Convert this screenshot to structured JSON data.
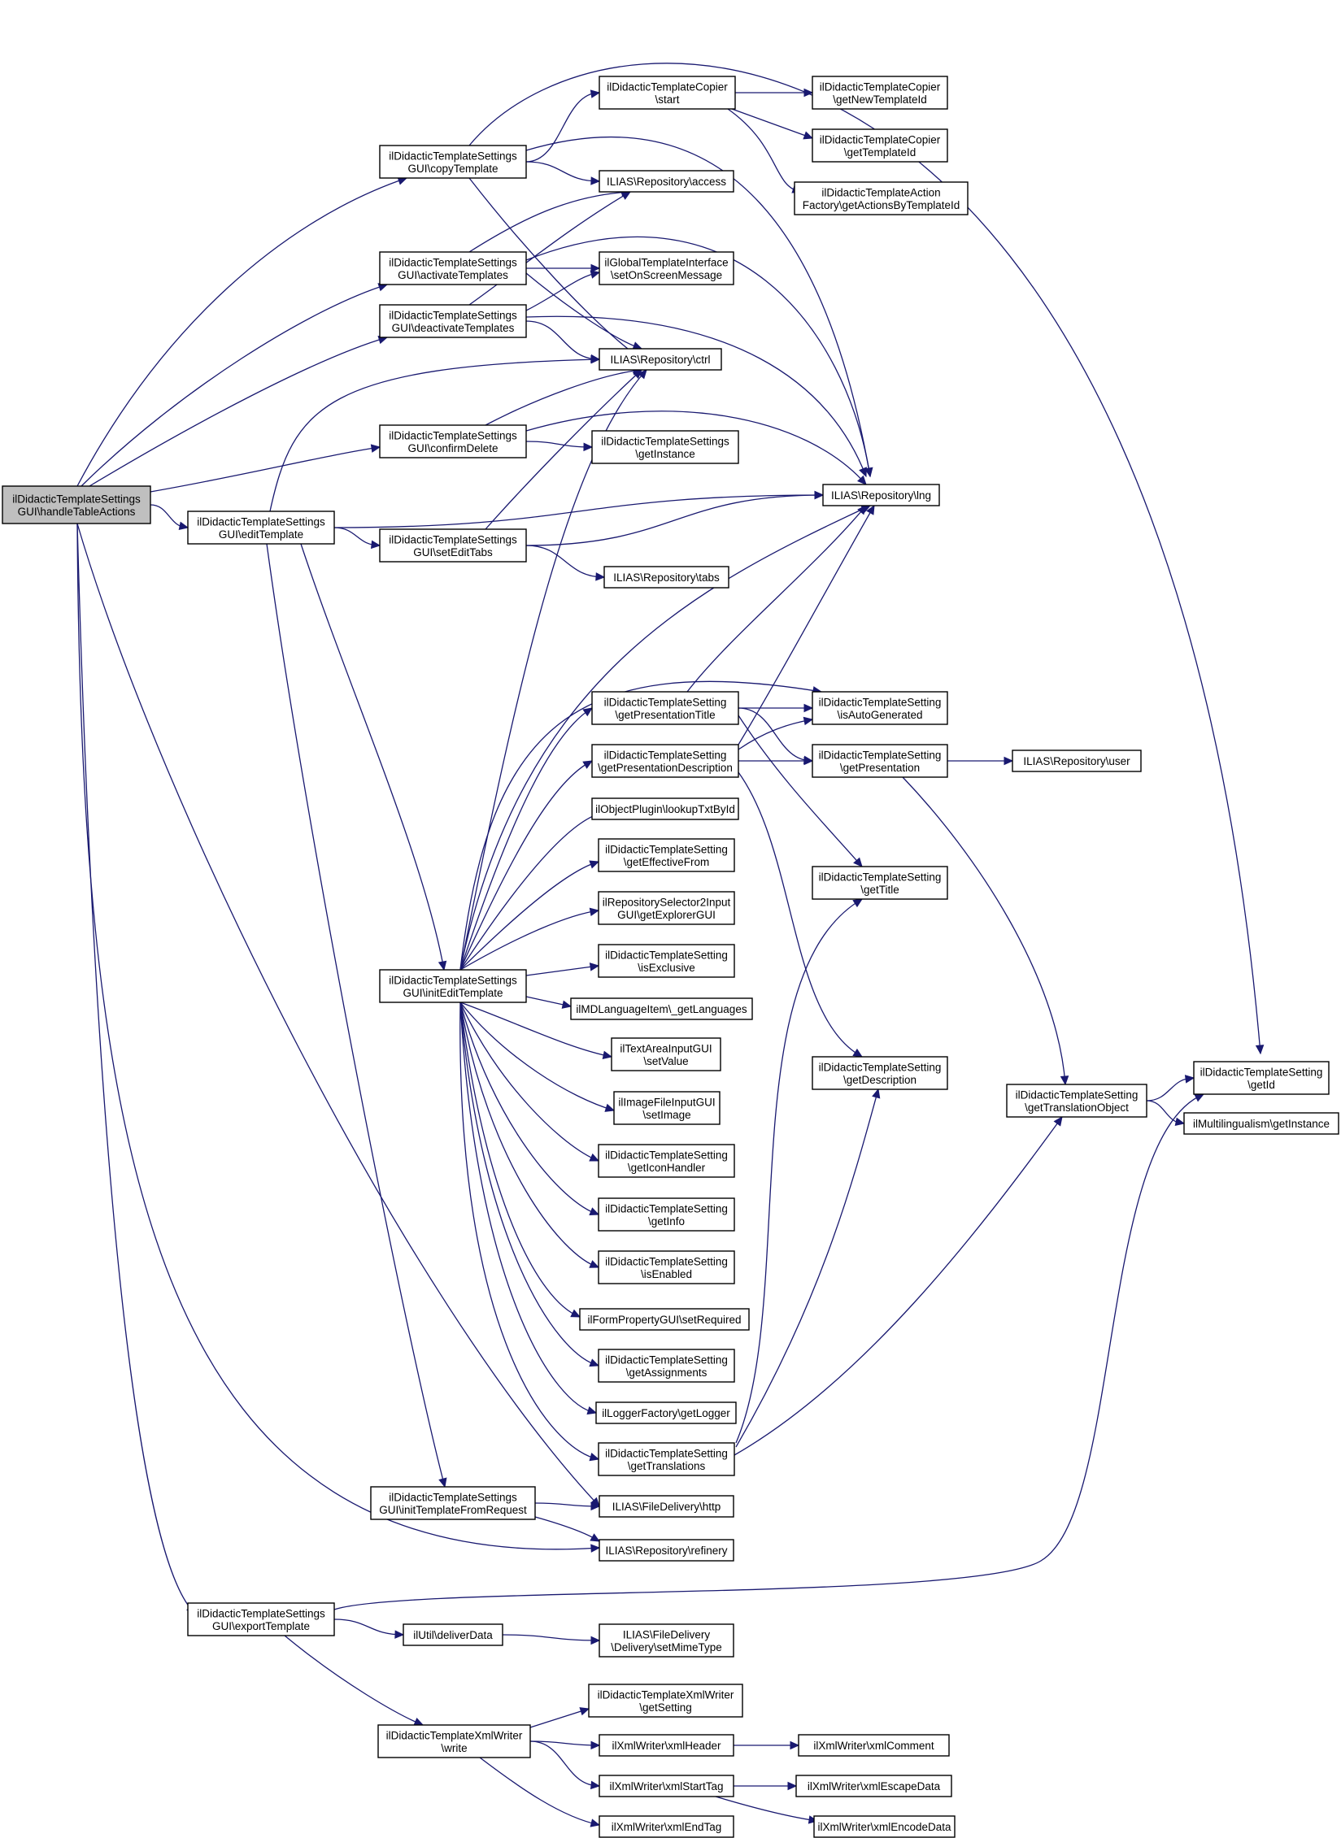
{
  "graph": {
    "nodes": [
      {
        "id": "root",
        "lines": [
          "ilDidacticTemplateSettings",
          "GUI\\handleTableActions"
        ],
        "root": true
      },
      {
        "id": "copyTemplate",
        "lines": [
          "ilDidacticTemplateSettings",
          "GUI\\copyTemplate"
        ]
      },
      {
        "id": "activateTemplates",
        "lines": [
          "ilDidacticTemplateSettings",
          "GUI\\activateTemplates"
        ]
      },
      {
        "id": "deactivateTemplates",
        "lines": [
          "ilDidacticTemplateSettings",
          "GUI\\deactivateTemplates"
        ]
      },
      {
        "id": "confirmDelete",
        "lines": [
          "ilDidacticTemplateSettings",
          "GUI\\confirmDelete"
        ]
      },
      {
        "id": "editTemplate",
        "lines": [
          "ilDidacticTemplateSettings",
          "GUI\\editTemplate"
        ]
      },
      {
        "id": "setEditTabs",
        "lines": [
          "ilDidacticTemplateSettings",
          "GUI\\setEditTabs"
        ]
      },
      {
        "id": "initEditTemplate",
        "lines": [
          "ilDidacticTemplateSettings",
          "GUI\\initEditTemplate"
        ]
      },
      {
        "id": "initTemplateFromRequest",
        "lines": [
          "ilDidacticTemplateSettings",
          "GUI\\initTemplateFromRequest"
        ]
      },
      {
        "id": "exportTemplate",
        "lines": [
          "ilDidacticTemplateSettings",
          "GUI\\exportTemplate"
        ]
      },
      {
        "id": "copierStart",
        "lines": [
          "ilDidacticTemplateCopier",
          "\\start"
        ]
      },
      {
        "id": "copierGetNewTemplateId",
        "lines": [
          "ilDidacticTemplateCopier",
          "\\getNewTemplateId"
        ]
      },
      {
        "id": "copierGetTemplateId",
        "lines": [
          "ilDidacticTemplateCopier",
          "\\getTemplateId"
        ]
      },
      {
        "id": "actionFactory",
        "lines": [
          "ilDidacticTemplateAction",
          "Factory\\getActionsByTemplateId"
        ]
      },
      {
        "id": "access",
        "lines": [
          "ILIAS\\Repository\\access"
        ]
      },
      {
        "id": "setOnScreenMessage",
        "lines": [
          "ilGlobalTemplateInterface",
          "\\setOnScreenMessage"
        ]
      },
      {
        "id": "ctrl",
        "lines": [
          "ILIAS\\Repository\\ctrl"
        ]
      },
      {
        "id": "settingsGetInstance",
        "lines": [
          "ilDidacticTemplateSettings",
          "\\getInstance"
        ]
      },
      {
        "id": "lng",
        "lines": [
          "ILIAS\\Repository\\lng"
        ]
      },
      {
        "id": "tabs",
        "lines": [
          "ILIAS\\Repository\\tabs"
        ]
      },
      {
        "id": "getPresentationTitle",
        "lines": [
          "ilDidacticTemplateSetting",
          "\\getPresentationTitle"
        ]
      },
      {
        "id": "isAutoGenerated",
        "lines": [
          "ilDidacticTemplateSetting",
          "\\isAutoGenerated"
        ]
      },
      {
        "id": "getPresentationDescription",
        "lines": [
          "ilDidacticTemplateSetting",
          "\\getPresentationDescription"
        ]
      },
      {
        "id": "getPresentation",
        "lines": [
          "ilDidacticTemplateSetting",
          "\\getPresentation"
        ]
      },
      {
        "id": "repoUser",
        "lines": [
          "ILIAS\\Repository\\user"
        ]
      },
      {
        "id": "lookupTxtById",
        "lines": [
          "ilObjectPlugin\\lookupTxtById"
        ]
      },
      {
        "id": "getEffectiveFrom",
        "lines": [
          "ilDidacticTemplateSetting",
          "\\getEffectiveFrom"
        ]
      },
      {
        "id": "getTitle",
        "lines": [
          "ilDidacticTemplateSetting",
          "\\getTitle"
        ]
      },
      {
        "id": "getExplorerGUI",
        "lines": [
          "ilRepositorySelector2Input",
          "GUI\\getExplorerGUI"
        ]
      },
      {
        "id": "isExclusive",
        "lines": [
          "ilDidacticTemplateSetting",
          "\\isExclusive"
        ]
      },
      {
        "id": "getLanguages",
        "lines": [
          "ilMDLanguageItem\\_getLanguages"
        ]
      },
      {
        "id": "textAreaSetValue",
        "lines": [
          "ilTextAreaInputGUI",
          "\\setValue"
        ]
      },
      {
        "id": "getDescription",
        "lines": [
          "ilDidacticTemplateSetting",
          "\\getDescription"
        ]
      },
      {
        "id": "getTranslationObject",
        "lines": [
          "ilDidacticTemplateSetting",
          "\\getTranslationObject"
        ]
      },
      {
        "id": "getId",
        "lines": [
          "ilDidacticTemplateSetting",
          "\\getId"
        ]
      },
      {
        "id": "multilingualismGetInstance",
        "lines": [
          "ilMultilingualism\\getInstance"
        ]
      },
      {
        "id": "imageSetImage",
        "lines": [
          "ilImageFileInputGUI",
          "\\setImage"
        ]
      },
      {
        "id": "getIconHandler",
        "lines": [
          "ilDidacticTemplateSetting",
          "\\getIconHandler"
        ]
      },
      {
        "id": "getInfo",
        "lines": [
          "ilDidacticTemplateSetting",
          "\\getInfo"
        ]
      },
      {
        "id": "isEnabled",
        "lines": [
          "ilDidacticTemplateSetting",
          "\\isEnabled"
        ]
      },
      {
        "id": "setRequired",
        "lines": [
          "ilFormPropertyGUI\\setRequired"
        ]
      },
      {
        "id": "getAssignments",
        "lines": [
          "ilDidacticTemplateSetting",
          "\\getAssignments"
        ]
      },
      {
        "id": "getLogger",
        "lines": [
          "ilLoggerFactory\\getLogger"
        ]
      },
      {
        "id": "getTranslations",
        "lines": [
          "ilDidacticTemplateSetting",
          "\\getTranslations"
        ]
      },
      {
        "id": "http",
        "lines": [
          "ILIAS\\FileDelivery\\http"
        ]
      },
      {
        "id": "refinery",
        "lines": [
          "ILIAS\\Repository\\refinery"
        ]
      },
      {
        "id": "deliverData",
        "lines": [
          "ilUtil\\deliverData"
        ]
      },
      {
        "id": "setMimeType",
        "lines": [
          "ILIAS\\FileDelivery",
          "\\Delivery\\setMimeType"
        ]
      },
      {
        "id": "xmlWriterGetSetting",
        "lines": [
          "ilDidacticTemplateXmlWriter",
          "\\getSetting"
        ]
      },
      {
        "id": "xmlWriterWrite",
        "lines": [
          "ilDidacticTemplateXmlWriter",
          "\\write"
        ]
      },
      {
        "id": "xmlHeader",
        "lines": [
          "ilXmlWriter\\xmlHeader"
        ]
      },
      {
        "id": "xmlComment",
        "lines": [
          "ilXmlWriter\\xmlComment"
        ]
      },
      {
        "id": "xmlStartTag",
        "lines": [
          "ilXmlWriter\\xmlStartTag"
        ]
      },
      {
        "id": "xmlEscapeData",
        "lines": [
          "ilXmlWriter\\xmlEscapeData"
        ]
      },
      {
        "id": "xmlEndTag",
        "lines": [
          "ilXmlWriter\\xmlEndTag"
        ]
      },
      {
        "id": "xmlEncodeData",
        "lines": [
          "ilXmlWriter\\xmlEncodeData"
        ]
      }
    ],
    "edges": [
      [
        "root",
        "copyTemplate"
      ],
      [
        "root",
        "activateTemplates"
      ],
      [
        "root",
        "deactivateTemplates"
      ],
      [
        "root",
        "confirmDelete"
      ],
      [
        "root",
        "editTemplate"
      ],
      [
        "root",
        "http"
      ],
      [
        "root",
        "refinery"
      ],
      [
        "root",
        "exportTemplate"
      ],
      [
        "copyTemplate",
        "copierStart"
      ],
      [
        "copyTemplate",
        "access"
      ],
      [
        "copyTemplate",
        "ctrl"
      ],
      [
        "copyTemplate",
        "lng"
      ],
      [
        "copyTemplate",
        "getId"
      ],
      [
        "copierStart",
        "copierGetNewTemplateId"
      ],
      [
        "copierStart",
        "copierGetTemplateId"
      ],
      [
        "copierStart",
        "actionFactory"
      ],
      [
        "activateTemplates",
        "access"
      ],
      [
        "activateTemplates",
        "setOnScreenMessage"
      ],
      [
        "activateTemplates",
        "ctrl"
      ],
      [
        "activateTemplates",
        "lng"
      ],
      [
        "deactivateTemplates",
        "access"
      ],
      [
        "deactivateTemplates",
        "setOnScreenMessage"
      ],
      [
        "deactivateTemplates",
        "ctrl"
      ],
      [
        "deactivateTemplates",
        "lng"
      ],
      [
        "confirmDelete",
        "ctrl"
      ],
      [
        "confirmDelete",
        "settingsGetInstance"
      ],
      [
        "confirmDelete",
        "lng"
      ],
      [
        "editTemplate",
        "ctrl"
      ],
      [
        "editTemplate",
        "lng"
      ],
      [
        "editTemplate",
        "setEditTabs"
      ],
      [
        "editTemplate",
        "initEditTemplate"
      ],
      [
        "editTemplate",
        "initTemplateFromRequest"
      ],
      [
        "setEditTabs",
        "ctrl"
      ],
      [
        "setEditTabs",
        "lng"
      ],
      [
        "setEditTabs",
        "tabs"
      ],
      [
        "initEditTemplate",
        "ctrl"
      ],
      [
        "initEditTemplate",
        "lng"
      ],
      [
        "initEditTemplate",
        "isAutoGenerated"
      ],
      [
        "initEditTemplate",
        "getPresentationTitle"
      ],
      [
        "initEditTemplate",
        "getPresentationDescription"
      ],
      [
        "initEditTemplate",
        "lookupTxtById"
      ],
      [
        "initEditTemplate",
        "getEffectiveFrom"
      ],
      [
        "initEditTemplate",
        "getExplorerGUI"
      ],
      [
        "initEditTemplate",
        "isExclusive"
      ],
      [
        "initEditTemplate",
        "getLanguages"
      ],
      [
        "initEditTemplate",
        "textAreaSetValue"
      ],
      [
        "initEditTemplate",
        "imageSetImage"
      ],
      [
        "initEditTemplate",
        "getIconHandler"
      ],
      [
        "initEditTemplate",
        "getInfo"
      ],
      [
        "initEditTemplate",
        "isEnabled"
      ],
      [
        "initEditTemplate",
        "setRequired"
      ],
      [
        "initEditTemplate",
        "getAssignments"
      ],
      [
        "initEditTemplate",
        "getLogger"
      ],
      [
        "initEditTemplate",
        "getTranslations"
      ],
      [
        "getPresentationTitle",
        "lng"
      ],
      [
        "getPresentationTitle",
        "isAutoGenerated"
      ],
      [
        "getPresentationTitle",
        "getPresentation"
      ],
      [
        "getPresentationTitle",
        "getTitle"
      ],
      [
        "getPresentationDescription",
        "lng"
      ],
      [
        "getPresentationDescription",
        "isAutoGenerated"
      ],
      [
        "getPresentationDescription",
        "getPresentation"
      ],
      [
        "getPresentationDescription",
        "getDescription"
      ],
      [
        "getPresentation",
        "repoUser"
      ],
      [
        "getPresentation",
        "getTranslationObject"
      ],
      [
        "getTranslationObject",
        "getId"
      ],
      [
        "getTranslationObject",
        "multilingualismGetInstance"
      ],
      [
        "getTranslations",
        "getTitle"
      ],
      [
        "getTranslations",
        "getDescription"
      ],
      [
        "getTranslations",
        "getTranslationObject"
      ],
      [
        "initTemplateFromRequest",
        "http"
      ],
      [
        "initTemplateFromRequest",
        "refinery"
      ],
      [
        "exportTemplate",
        "getId"
      ],
      [
        "exportTemplate",
        "deliverData"
      ],
      [
        "exportTemplate",
        "xmlWriterWrite"
      ],
      [
        "deliverData",
        "setMimeType"
      ],
      [
        "xmlWriterWrite",
        "xmlWriterGetSetting"
      ],
      [
        "xmlWriterWrite",
        "xmlHeader"
      ],
      [
        "xmlWriterWrite",
        "xmlStartTag"
      ],
      [
        "xmlWriterWrite",
        "xmlEndTag"
      ],
      [
        "xmlHeader",
        "xmlComment"
      ],
      [
        "xmlStartTag",
        "xmlEscapeData"
      ],
      [
        "xmlStartTag",
        "xmlEncodeData"
      ]
    ]
  }
}
